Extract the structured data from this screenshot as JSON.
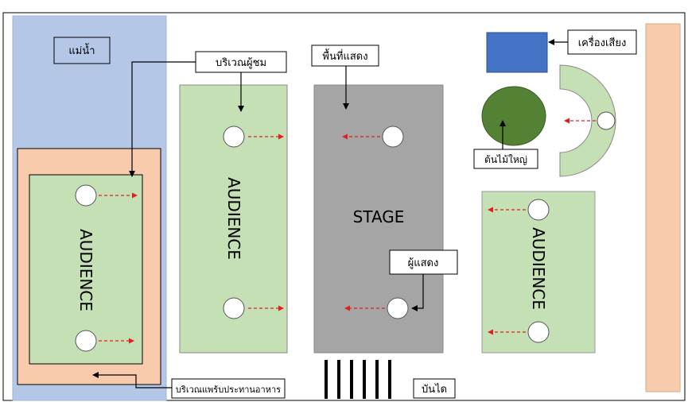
{
  "labels": {
    "river": "แม่น้ำ",
    "audience_area": "บริเวณผู้ชม",
    "performance_area": "พื้นที่แสดง",
    "sound_system": "เครื่องเสียง",
    "big_tree": "ต้นไม้ใหญ่",
    "performer": "ผู้แสดง",
    "food_area": "บริเวณแพร้บประทานอาหาร",
    "stairs": "บันได",
    "stage": "STAGE",
    "audience": "AUDIENCE"
  },
  "colors": {
    "river": "#b4c7e7",
    "food_area": "#f8cbad",
    "audience": "#c5e0b4",
    "stage": "#a5a5a5",
    "sound": "#4472c4",
    "tree": "#548235",
    "arrow_red": "#e02020"
  }
}
